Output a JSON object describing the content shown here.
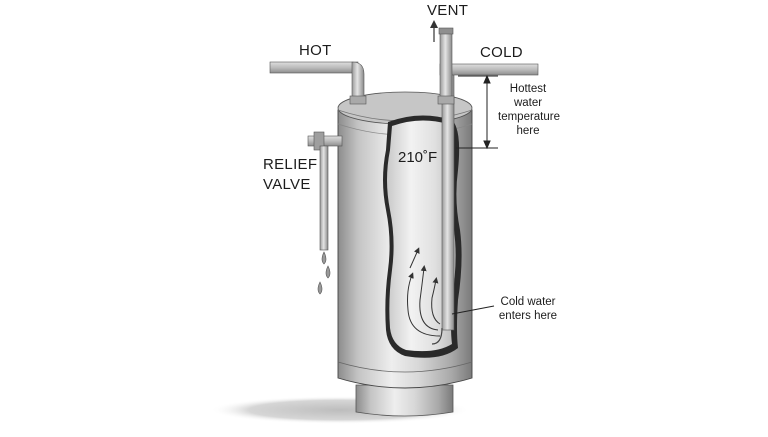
{
  "labels": {
    "vent": "VENT",
    "hot": "HOT",
    "cold": "COLD",
    "relief_line1": "RELIEF",
    "relief_line2": "VALVE",
    "hottest": [
      "Hottest",
      "water",
      "temperature",
      "here"
    ],
    "temperature": "210˚F",
    "cold_water": [
      "Cold water",
      "enters here"
    ]
  },
  "colors": {
    "metal_light": "#e6e6e6",
    "metal_mid": "#b4b4b4",
    "metal_dark": "#7a7a7a",
    "line": "#2a2a2a",
    "shadow": "#c8c8c8"
  },
  "icons": [
    "arrow-up-icon",
    "water-drop-icon",
    "flow-arrow-icon"
  ]
}
